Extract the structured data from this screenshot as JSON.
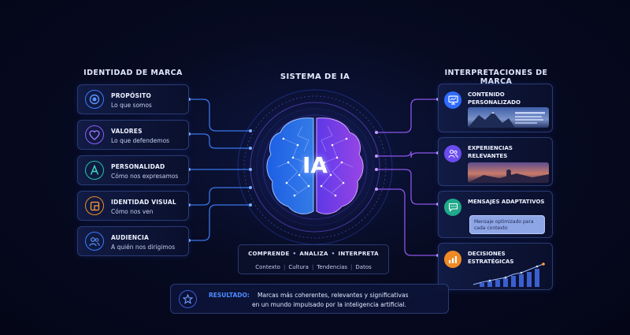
{
  "left_title": "IDENTIDAD DE MARCA",
  "center_title": "SISTEMA DE IA",
  "right_title": "INTERPRETACIONES DE MARCA",
  "brain_label": "IA",
  "left_cards": [
    {
      "title": "PROPÓSITO",
      "subtitle": "Lo que somos",
      "icon": "target-icon",
      "color": "#3b7bff"
    },
    {
      "title": "VALORES",
      "subtitle": "Lo que defendemos",
      "icon": "heart-icon",
      "color": "#8a5cff"
    },
    {
      "title": "PERSONALIDAD",
      "subtitle": "Cómo nos expresamos",
      "icon": "letter-a-icon",
      "color": "#22c3a6"
    },
    {
      "title": "IDENTIDAD VISUAL",
      "subtitle": "Cómo nos ven",
      "icon": "frame-icon",
      "color": "#f08a24"
    },
    {
      "title": "AUDIENCIA",
      "subtitle": "A quién nos dirigimos",
      "icon": "people-icon",
      "color": "#3b7bff"
    }
  ],
  "right_cards": [
    {
      "title": "CONTENIDO PERSONALIZADO",
      "icon": "monitor-icon",
      "color": "#2f6bff"
    },
    {
      "title": "EXPERIENCIAS RELEVANTES",
      "icon": "users-icon",
      "color": "#6a4cf0"
    },
    {
      "title": "MENSAJES ADAPTATIVOS",
      "icon": "chat-icon",
      "color": "#1faa8a"
    },
    {
      "title": "DECISIONES ESTRATÉGICAS",
      "icon": "bar-chart-icon",
      "color": "#f08a24"
    }
  ],
  "bubble_text": "Mensaje optimizado para cada contexto",
  "process": {
    "steps": [
      "COMPRENDE",
      "ANALIZA",
      "INTERPRETA"
    ],
    "tags": [
      "Contexto",
      "Cultura",
      "Tendencias",
      "Datos"
    ]
  },
  "result": {
    "label": "RESULTADO:",
    "line1": "Marcas más coherentes, relevantes y significativas",
    "line2": "en un mundo impulsado por la inteligencia artificial."
  }
}
